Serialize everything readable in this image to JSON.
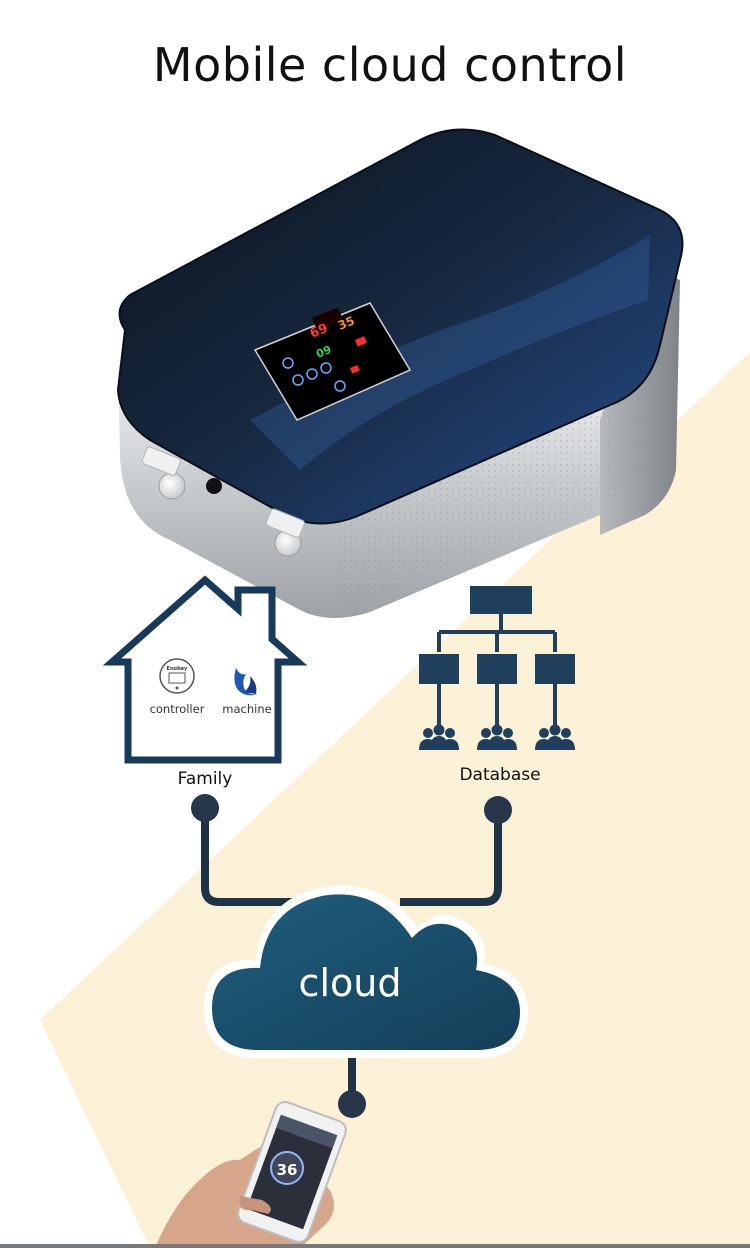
{
  "title": "Mobile cloud control",
  "device": {
    "display_top_left": "69",
    "display_top_right": "35",
    "display_mid": "09",
    "brand_small": "Enobey"
  },
  "house": {
    "label": "Family",
    "items": [
      {
        "icon": "controller-icon",
        "label": "controller"
      },
      {
        "icon": "flame-icon",
        "label": "machine"
      }
    ]
  },
  "database": {
    "label": "Database"
  },
  "cloud": {
    "label": "cloud"
  },
  "phone": {
    "reading": "36"
  },
  "colors": {
    "navy": "#183a5a",
    "cloud": "#1c5472",
    "cream": "#fbf1d6",
    "node": "#27364a"
  }
}
